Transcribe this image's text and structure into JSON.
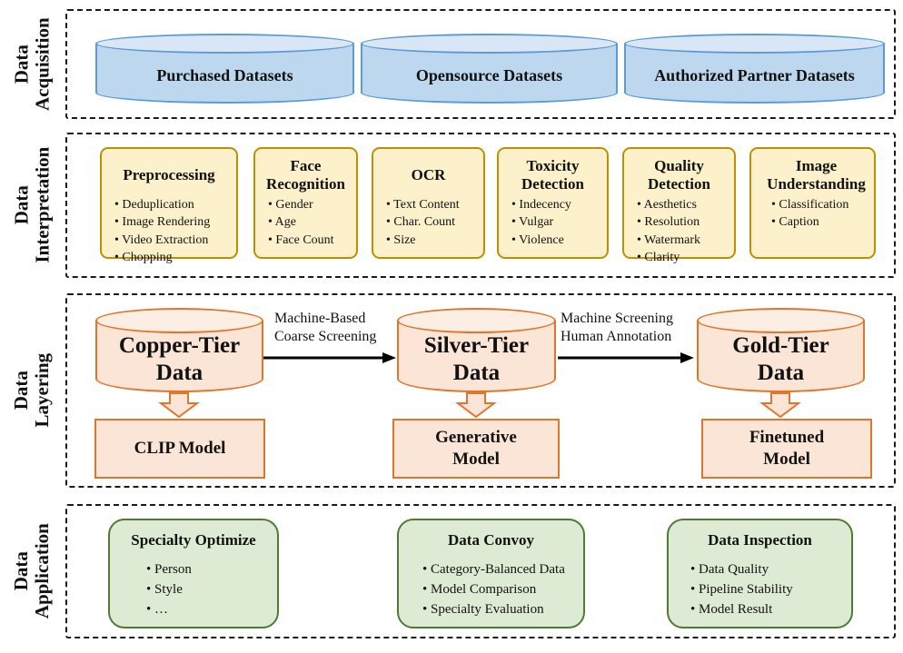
{
  "colors": {
    "blue_fill": "#BDD7EE",
    "blue_top": "#D8E6F5",
    "blue_stroke": "#5B9BD5",
    "yellow_fill": "#FCF1CB",
    "yellow_stroke": "#BE9000",
    "orange_fill": "#FBE5D6",
    "orange_top": "#FCEEE3",
    "orange_stroke": "#E0752E",
    "green_fill": "#DEEBD4",
    "green_stroke": "#4F7A34",
    "frame_stroke": "#1a1a1a",
    "arrow_color": "#000000"
  },
  "sections": {
    "acquisition": {
      "label": [
        "Data",
        "Acquisition"
      ],
      "datasets": [
        "Purchased Datasets",
        "Opensource Datasets",
        "Authorized Partner Datasets"
      ]
    },
    "interpretation": {
      "label": [
        "Data",
        "Interpretation"
      ],
      "modules": [
        {
          "title": "Preprocessing",
          "items": [
            "Deduplication",
            "Image Rendering",
            "Video Extraction",
            "Chopping"
          ]
        },
        {
          "title": "Face Recognition",
          "items": [
            "Gender",
            "Age",
            "Face Count"
          ]
        },
        {
          "title": "OCR",
          "items": [
            "Text Content",
            "Char. Count",
            "Size"
          ]
        },
        {
          "title": "Toxicity Detection",
          "items": [
            "Indecency",
            "Vulgar",
            "Violence"
          ]
        },
        {
          "title": "Quality Detection",
          "items": [
            "Aesthetics",
            "Resolution",
            "Watermark",
            "Clarity"
          ]
        },
        {
          "title": "Image Understanding",
          "items": [
            "Classification",
            "Caption"
          ]
        }
      ]
    },
    "layering": {
      "label": [
        "Data",
        "Layering"
      ],
      "tiers": [
        {
          "name": "Copper-Tier Data",
          "model": "CLIP Model"
        },
        {
          "name": "Silver-Tier Data",
          "model": "Generative Model"
        },
        {
          "name": "Gold-Tier Data",
          "model": "Finetuned Model"
        }
      ],
      "transitions": [
        {
          "lines": [
            "Machine-Based",
            "Coarse Screening"
          ]
        },
        {
          "lines": [
            "Machine Screening",
            "Human Annotation"
          ]
        }
      ]
    },
    "application": {
      "label": [
        "Data",
        "Application"
      ],
      "modules": [
        {
          "title": "Specialty Optimize",
          "items": [
            "Person",
            "Style",
            "…"
          ]
        },
        {
          "title": "Data Convoy",
          "items": [
            "Category-Balanced Data",
            "Model Comparison",
            "Specialty Evaluation"
          ]
        },
        {
          "title": "Data Inspection",
          "items": [
            "Data Quality",
            "Pipeline Stability",
            "Model Result"
          ]
        }
      ]
    }
  }
}
